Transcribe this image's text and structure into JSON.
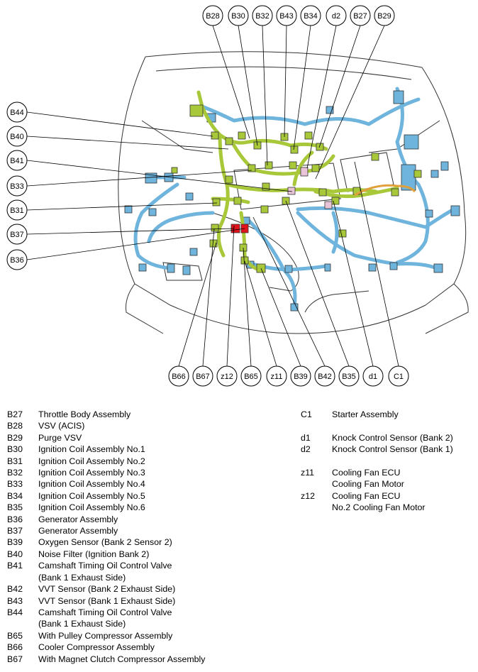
{
  "callouts_top": [
    "B28",
    "B30",
    "B32",
    "B43",
    "B34",
    "d2",
    "B27",
    "B29"
  ],
  "callouts_left": [
    "B44",
    "B40",
    "B41",
    "B33",
    "B31",
    "B37",
    "B36"
  ],
  "callouts_bottom": [
    "B66",
    "B67",
    "z12",
    "B65",
    "z11",
    "B39",
    "B42",
    "B35",
    "d1",
    "C1"
  ],
  "legend_left": [
    {
      "code": "B27",
      "desc": "Throttle Body Assembly"
    },
    {
      "code": "B28",
      "desc": "VSV (ACIS)"
    },
    {
      "code": "B29",
      "desc": "Purge VSV"
    },
    {
      "code": "B30",
      "desc": "Ignition Coil Assembly No.1"
    },
    {
      "code": "B31",
      "desc": "Ignition Coil Assembly No.2"
    },
    {
      "code": "B32",
      "desc": "Ignition Coil Assembly No.3"
    },
    {
      "code": "B33",
      "desc": "Ignition Coil Assembly No.4"
    },
    {
      "code": "B34",
      "desc": "Ignition Coil Assembly No.5"
    },
    {
      "code": "B35",
      "desc": "Ignition Coil Assembly No.6"
    },
    {
      "code": "B36",
      "desc": "Generator Assembly"
    },
    {
      "code": "B37",
      "desc": "Generator Assembly"
    },
    {
      "code": "B39",
      "desc": "Oxygen Sensor (Bank 2 Sensor 2)"
    },
    {
      "code": "B40",
      "desc": "Noise Filter (Ignition Bank 2)"
    },
    {
      "code": "B41",
      "desc": "Camshaft Timing Oil Control Valve"
    },
    {
      "code": "",
      "desc": "(Bank 1 Exhaust Side)"
    },
    {
      "code": "B42",
      "desc": "VVT Sensor (Bank 2 Exhaust Side)"
    },
    {
      "code": "B43",
      "desc": "VVT Sensor (Bank 1 Exhaust Side)"
    },
    {
      "code": "B44",
      "desc": "Camshaft Timing Oil Control Valve"
    },
    {
      "code": "",
      "desc": "(Bank 1 Exhaust Side)"
    },
    {
      "code": "B65",
      "desc": "With Pulley Compressor Assembly"
    },
    {
      "code": "B66",
      "desc": "Cooler Compressor Assembly"
    },
    {
      "code": "B67",
      "desc": "With Magnet Clutch Compressor Assembly"
    }
  ],
  "legend_right": [
    {
      "code": "C1",
      "desc": "Starter Assembly"
    },
    {
      "code": "",
      "desc": "",
      "gap": true
    },
    {
      "code": "d1",
      "desc": "Knock Control Sensor (Bank 2)"
    },
    {
      "code": "d2",
      "desc": "Knock Control Sensor (Bank 1)"
    },
    {
      "code": "",
      "desc": "",
      "gap": true
    },
    {
      "code": "z11",
      "desc": "Cooling Fan ECU"
    },
    {
      "code": "",
      "desc": "Cooling Fan Motor"
    },
    {
      "code": "z12",
      "desc": "Cooling Fan ECU"
    },
    {
      "code": "",
      "desc": "No.2 Cooling Fan Motor"
    }
  ],
  "colors": {
    "harness_green": "#a8c83a",
    "harness_blue": "#6fb4dc",
    "connector_red": "#e0141c",
    "connector_pink": "#e9c4d8",
    "outline": "#333333"
  }
}
